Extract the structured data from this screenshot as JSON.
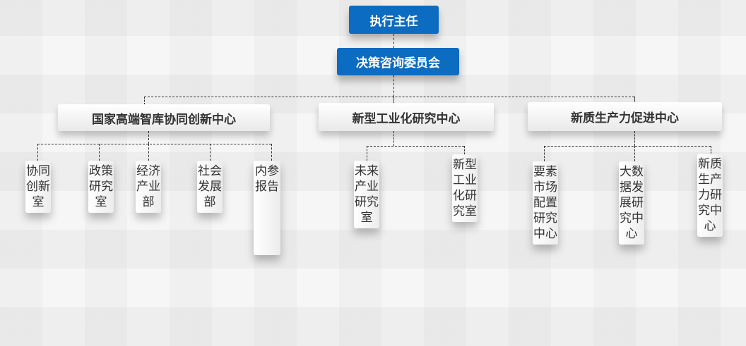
{
  "top": {
    "director": "执行主任",
    "committee": "决策咨询委员会"
  },
  "centers": [
    {
      "name": "国家高端智库协同创新中心",
      "units": [
        "协同创新室",
        "政策研究室",
        "经济产业部",
        "社会发展部",
        "内参报告"
      ]
    },
    {
      "name": "新型工业化研究中心",
      "units": [
        "未来产业研究室",
        "新型工业化研究室"
      ]
    },
    {
      "name": "新质生产力促进中心",
      "units": [
        "要素市场配置研究中心",
        "大数据发展研究中心",
        "新质生产力研究中心"
      ]
    }
  ]
}
